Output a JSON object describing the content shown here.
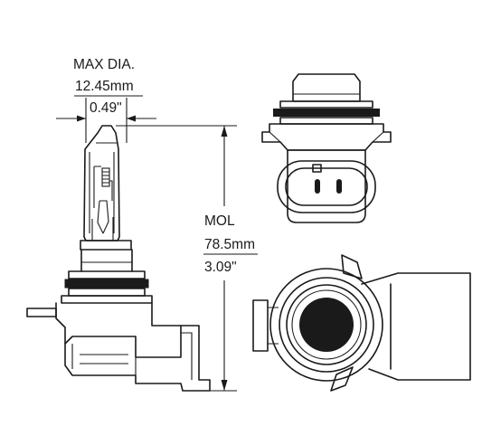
{
  "dimensions": {
    "diameter": {
      "title": "MAX DIA.",
      "metric": "12.45mm",
      "imperial": "0.49\""
    },
    "length": {
      "title": "MOL",
      "metric": "78.5mm",
      "imperial": "3.09\""
    }
  },
  "colors": {
    "line": "#1a1a1a",
    "socket_core": "#1a1a1a",
    "background": "#ffffff"
  }
}
